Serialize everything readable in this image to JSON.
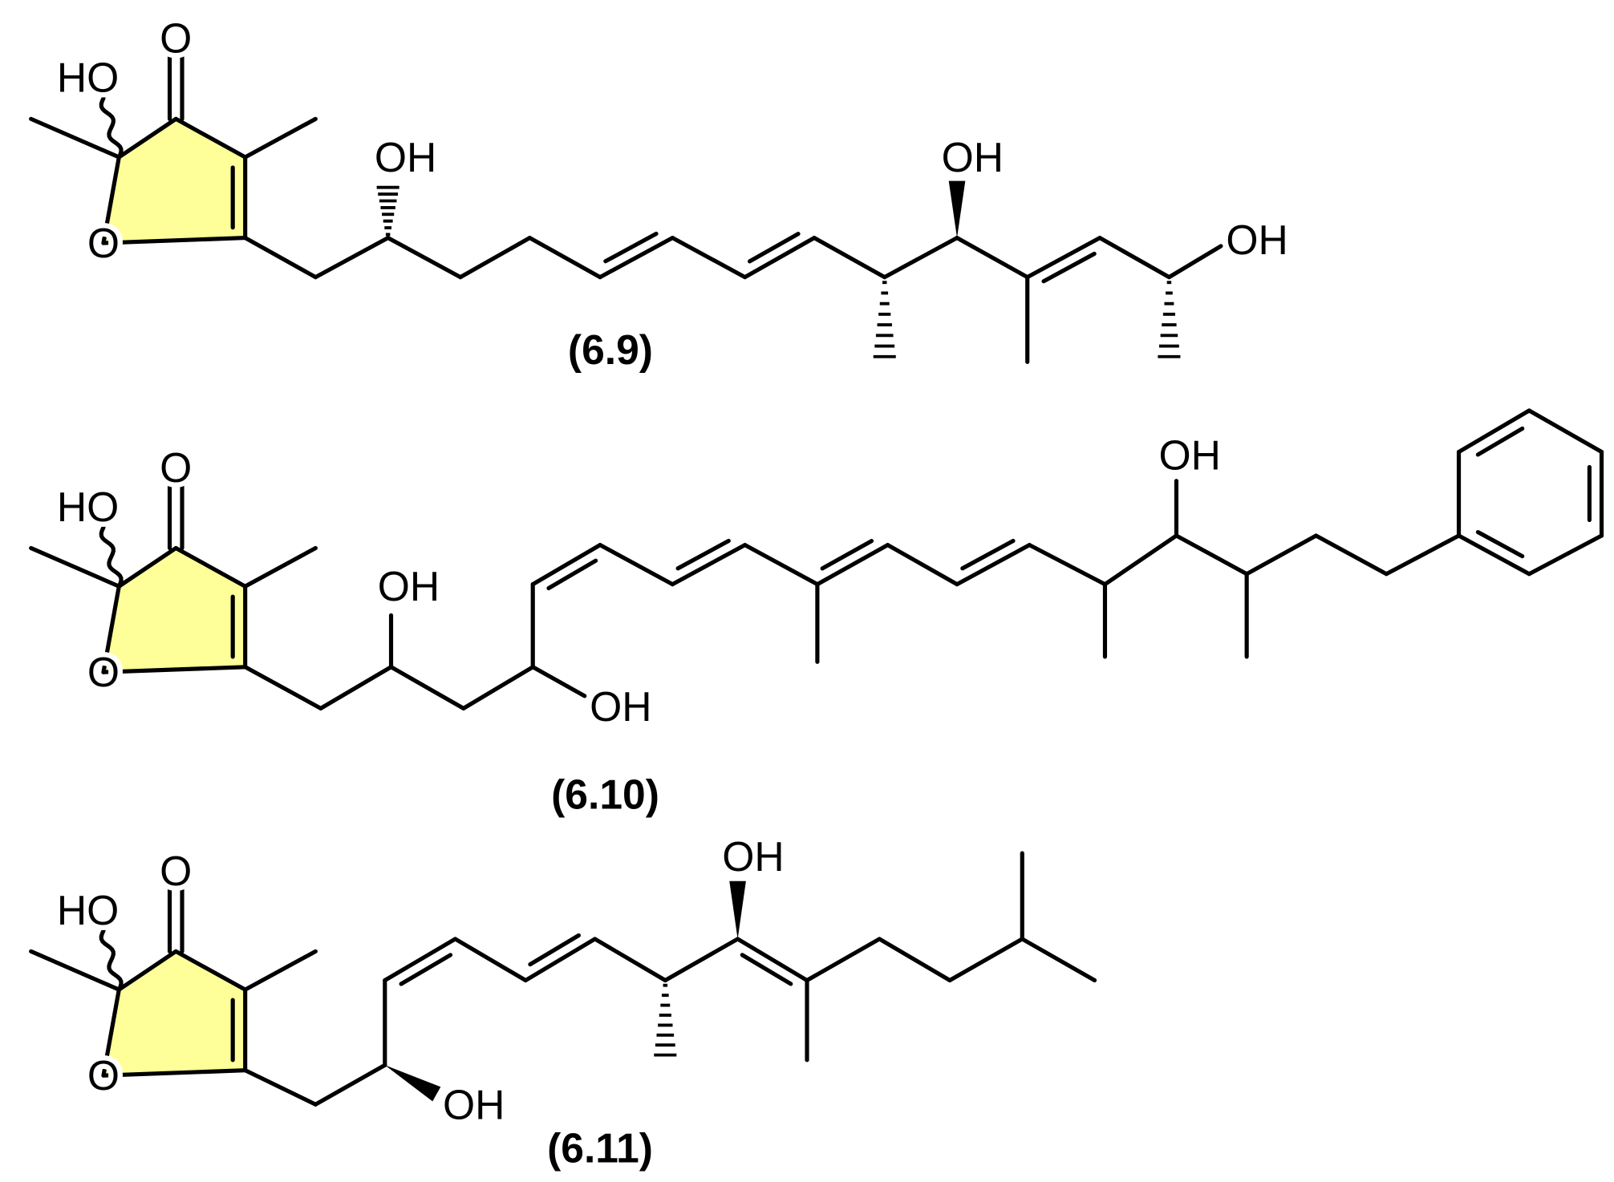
{
  "colors": {
    "ring_fill": "#ffff99",
    "bond": "#000000"
  },
  "molecules": [
    {
      "caption": "(6.9)",
      "labels": {
        "ketone_o": "O",
        "ring_ho": "HO",
        "ring_o": "O",
        "oh1": "OH",
        "oh2": "OH",
        "oh3": "OH"
      }
    },
    {
      "caption": "(6.10)",
      "labels": {
        "ketone_o": "O",
        "ring_ho": "HO",
        "ring_o": "O",
        "oh1": "OH",
        "oh2": "OH",
        "oh3": "OH"
      }
    },
    {
      "caption": "(6.11)",
      "labels": {
        "ketone_o": "O",
        "ring_ho": "HO",
        "ring_o": "O",
        "oh1": "OH",
        "oh2": "OH"
      }
    }
  ]
}
